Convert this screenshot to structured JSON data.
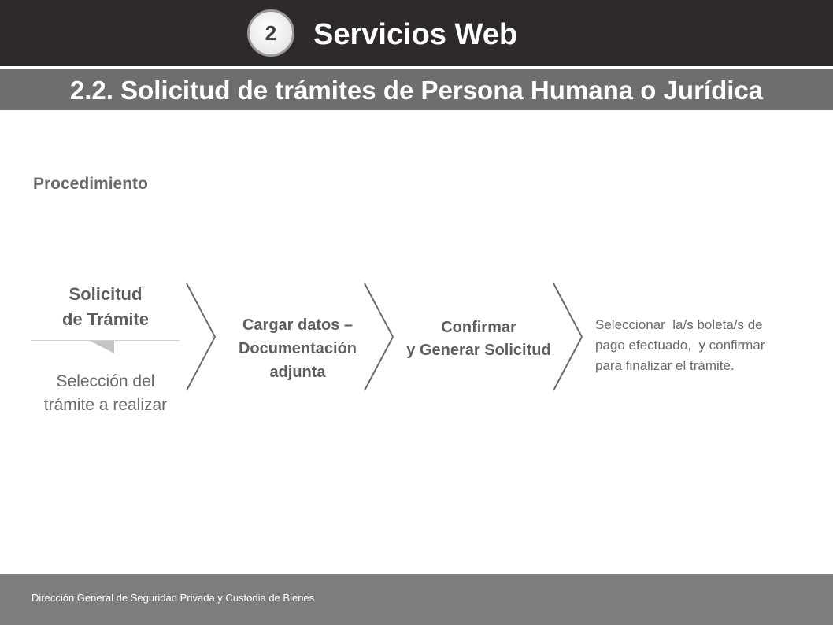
{
  "header": {
    "section_number": "2",
    "title": "Servicios Web"
  },
  "subheader": {
    "title": "2.2. Solicitud de trámites de Persona Humana o Jurídica"
  },
  "procedure": {
    "label": "Procedimiento",
    "steps": [
      {
        "title_lines": [
          "Solicitud",
          "de Trámite"
        ],
        "subtitle_lines": [
          "Selección del",
          "trámite a realizar"
        ]
      },
      {
        "title_lines": [
          "Cargar datos –",
          "Documentación",
          "adjunta"
        ]
      },
      {
        "title_lines": [
          "Confirmar",
          "y Generar Solicitud"
        ]
      },
      {
        "text_lines": [
          "Seleccionar  la/s boleta/s de",
          "pago efectuado,  y confirmar",
          "para finalizar el trámite."
        ]
      }
    ]
  },
  "footer": {
    "text": "Dirección General de Seguridad Privada y Custodia de Bienes"
  },
  "colors": {
    "header_bg": "#2e2a2b",
    "subheader_bg": "#6e6e6e",
    "footer_bg": "#7d7d7d",
    "chevron": "#6b6b6b"
  }
}
